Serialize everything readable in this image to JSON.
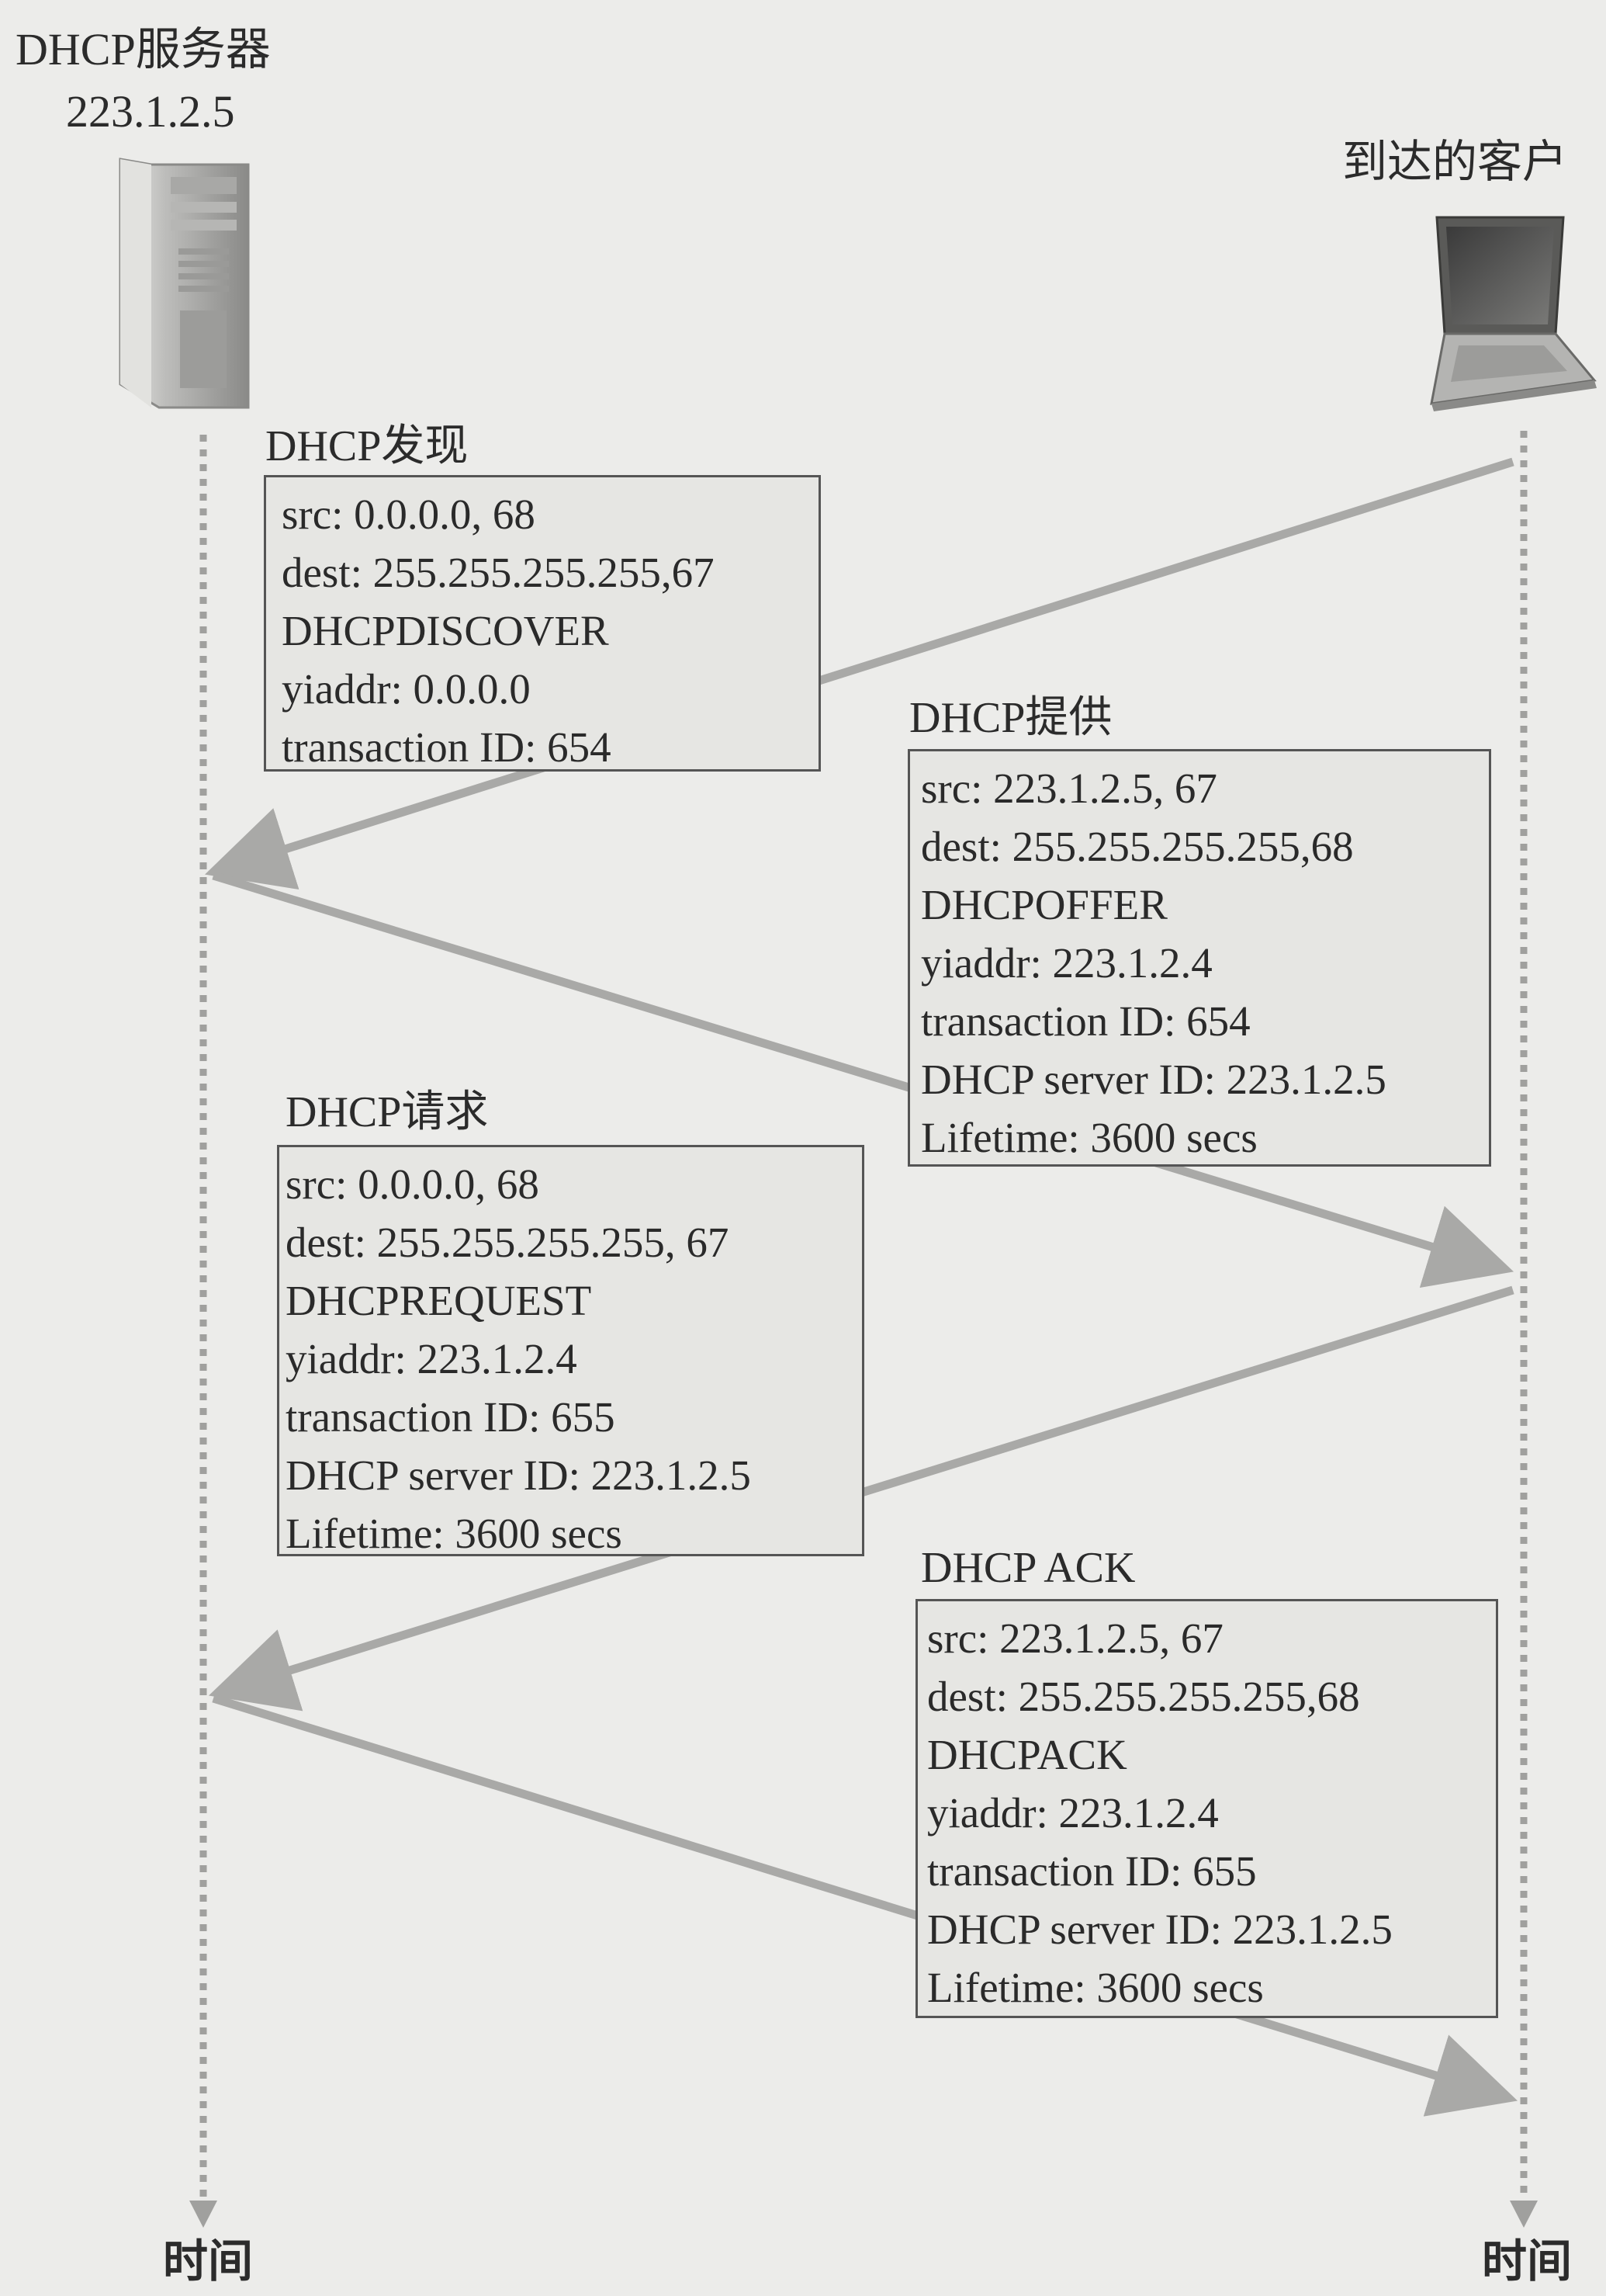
{
  "server": {
    "title": "DHCP服务器",
    "ip": "223.1.2.5"
  },
  "client": {
    "title": "到达的客户"
  },
  "timeline": {
    "left_label": "时间",
    "right_label": "时间"
  },
  "messages": {
    "discover": {
      "label": "DHCP发现",
      "lines": [
        "src: 0.0.0.0, 68",
        "dest: 255.255.255.255,67",
        "DHCPDISCOVER",
        "yiaddr: 0.0.0.0",
        "transaction ID: 654"
      ]
    },
    "offer": {
      "label": "DHCP提供",
      "lines": [
        "src: 223.1.2.5, 67",
        "dest: 255.255.255.255,68",
        "DHCPOFFER",
        "yiaddr: 223.1.2.4",
        "transaction ID: 654",
        "DHCP server ID: 223.1.2.5",
        "Lifetime: 3600 secs"
      ]
    },
    "request": {
      "label": "DHCP请求",
      "lines": [
        "src: 0.0.0.0, 68",
        "dest: 255.255.255.255, 67",
        "DHCPREQUEST",
        "yiaddr: 223.1.2.4",
        "transaction ID: 655",
        "DHCP server ID: 223.1.2.5",
        "Lifetime: 3600 secs"
      ]
    },
    "ack": {
      "label": "DHCP ACK",
      "lines": [
        "src: 223.1.2.5, 67",
        "dest: 255.255.255.255,68",
        "DHCPACK",
        "yiaddr: 223.1.2.4",
        "transaction ID: 655",
        "DHCP server ID: 223.1.2.5",
        "Lifetime: 3600 secs"
      ]
    }
  }
}
